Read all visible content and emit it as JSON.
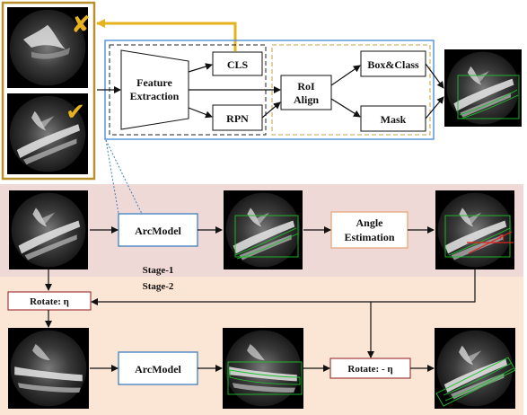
{
  "top": {
    "feature_extraction": [
      "Feature",
      "Extraction"
    ],
    "cls": "CLS",
    "rpn": "RPN",
    "roi_align": [
      "RoI",
      "Align"
    ],
    "box_class": "Box&Class",
    "mask": "Mask",
    "reject_mark": "✘",
    "accept_mark": "✔"
  },
  "stage1": {
    "arcmodel": "ArcModel",
    "angle_estimation": [
      "Angle",
      "Estimation"
    ],
    "label": "Stage-1",
    "angle_symbol": "η"
  },
  "stage2": {
    "label": "Stage-2",
    "rotate_in": "Rotate:  η",
    "arcmodel": "ArcModel",
    "rotate_out": "Rotate: - η"
  },
  "colors": {
    "stage1_bg": "#efd9d6",
    "stage2_bg": "#fbe6d5",
    "arcmodel_border": "#3f7fbf",
    "angle_border": "#e8a87c",
    "rotate_border": "#a33b3b",
    "gold": "#e6b21e",
    "detection_green": "#1fbf2e",
    "angle_red": "#e0241f"
  }
}
